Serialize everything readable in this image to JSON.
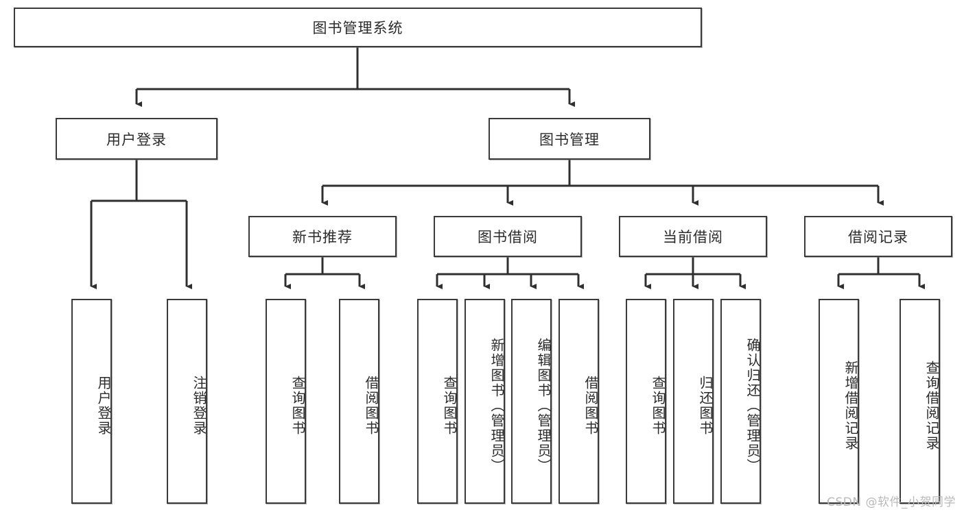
{
  "diagram": {
    "type": "tree-hierarchy-chart",
    "title_node": "图书管理系统",
    "colors": {
      "stroke": "#3a3a3a",
      "fill": "#ffffff",
      "text": "#2b2b2b",
      "watermark": "#b9b9b9",
      "background": "#ffffff"
    },
    "levels": {
      "root": {
        "label": "图书管理系统"
      },
      "level2": [
        {
          "id": "user-login",
          "label": "用户登录"
        },
        {
          "id": "book-manage",
          "label": "图书管理"
        }
      ],
      "level3": [
        {
          "id": "new-book-rec",
          "label": "新书推荐"
        },
        {
          "id": "book-borrow",
          "label": "图书借阅"
        },
        {
          "id": "current-borrow",
          "label": "当前借阅"
        },
        {
          "id": "borrow-record",
          "label": "借阅记录"
        }
      ],
      "leaves": [
        {
          "id": "leaf-user-login",
          "label": "用户登录",
          "parent": "user-login"
        },
        {
          "id": "leaf-logout",
          "label": "注销登录",
          "parent": "user-login"
        },
        {
          "id": "leaf-query-book-1",
          "label": "查询图书",
          "parent": "new-book-rec"
        },
        {
          "id": "leaf-borrow-book-1",
          "label": "借阅图书",
          "parent": "new-book-rec"
        },
        {
          "id": "leaf-query-book-2",
          "label": "查询图书",
          "parent": "book-borrow"
        },
        {
          "id": "leaf-add-book",
          "label": "新增图书（管理员）",
          "parent": "book-borrow"
        },
        {
          "id": "leaf-edit-book",
          "label": "编辑图书（管理员）",
          "parent": "book-borrow"
        },
        {
          "id": "leaf-borrow-book-2",
          "label": "借阅图书",
          "parent": "book-borrow"
        },
        {
          "id": "leaf-query-book-3",
          "label": "查询图书",
          "parent": "current-borrow"
        },
        {
          "id": "leaf-return-book",
          "label": "归还图书",
          "parent": "current-borrow"
        },
        {
          "id": "leaf-confirm-return",
          "label": "确认归还（管理员）",
          "parent": "current-borrow"
        },
        {
          "id": "leaf-add-record",
          "label": "新增借阅记录",
          "parent": "borrow-record"
        },
        {
          "id": "leaf-query-record",
          "label": "查询借阅记录",
          "parent": "borrow-record"
        }
      ]
    },
    "watermark": "CSDN @软件_小贺同学"
  }
}
